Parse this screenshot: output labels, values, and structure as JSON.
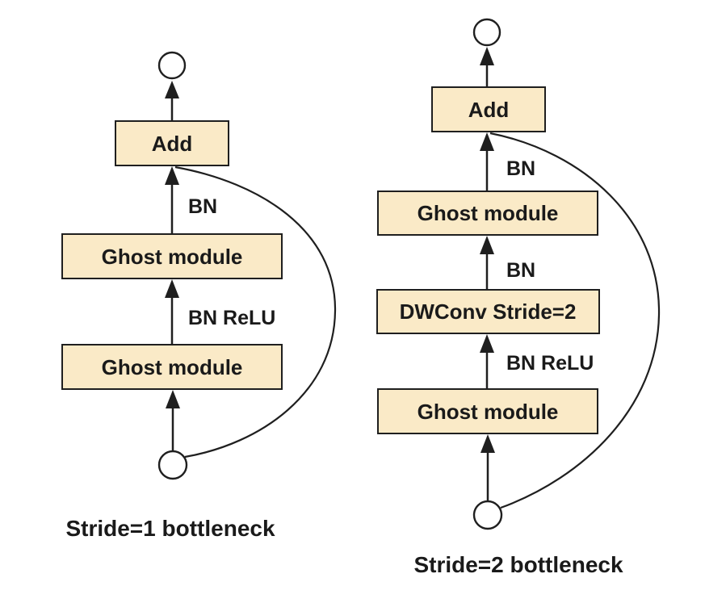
{
  "colors": {
    "background": "#ffffff",
    "box_fill": "#faeac7",
    "box_border": "#1f1f1f",
    "line": "#1f1f1f",
    "text": "#1a1a1a"
  },
  "diagrams": [
    {
      "caption": "Stride=1 bottleneck",
      "boxes": {
        "add": "Add",
        "ghost_top": "Ghost module",
        "ghost_bottom": "Ghost module"
      },
      "edge_labels": {
        "bn": "BN",
        "bn_relu": "BN ReLU"
      }
    },
    {
      "caption": "Stride=2 bottleneck",
      "boxes": {
        "add": "Add",
        "ghost_top": "Ghost module",
        "dwconv": "DWConv Stride=2",
        "ghost_bottom": "Ghost module"
      },
      "edge_labels": {
        "bn_top": "BN",
        "bn_mid": "BN",
        "bn_relu": "BN ReLU"
      }
    }
  ]
}
